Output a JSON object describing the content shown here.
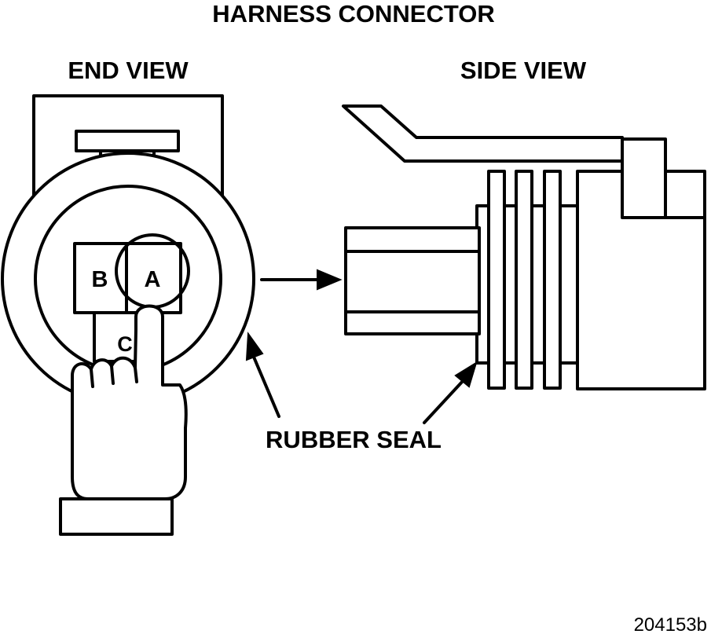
{
  "title": "HARNESS CONNECTOR",
  "end_view": {
    "label": "END VIEW",
    "terminals": [
      "A",
      "B",
      "C"
    ]
  },
  "side_view": {
    "label": "SIDE VIEW"
  },
  "callout": "RUBBER SEAL",
  "figure_id": "204153b",
  "colors": {
    "ink": "#000000",
    "paper": "#ffffff"
  }
}
